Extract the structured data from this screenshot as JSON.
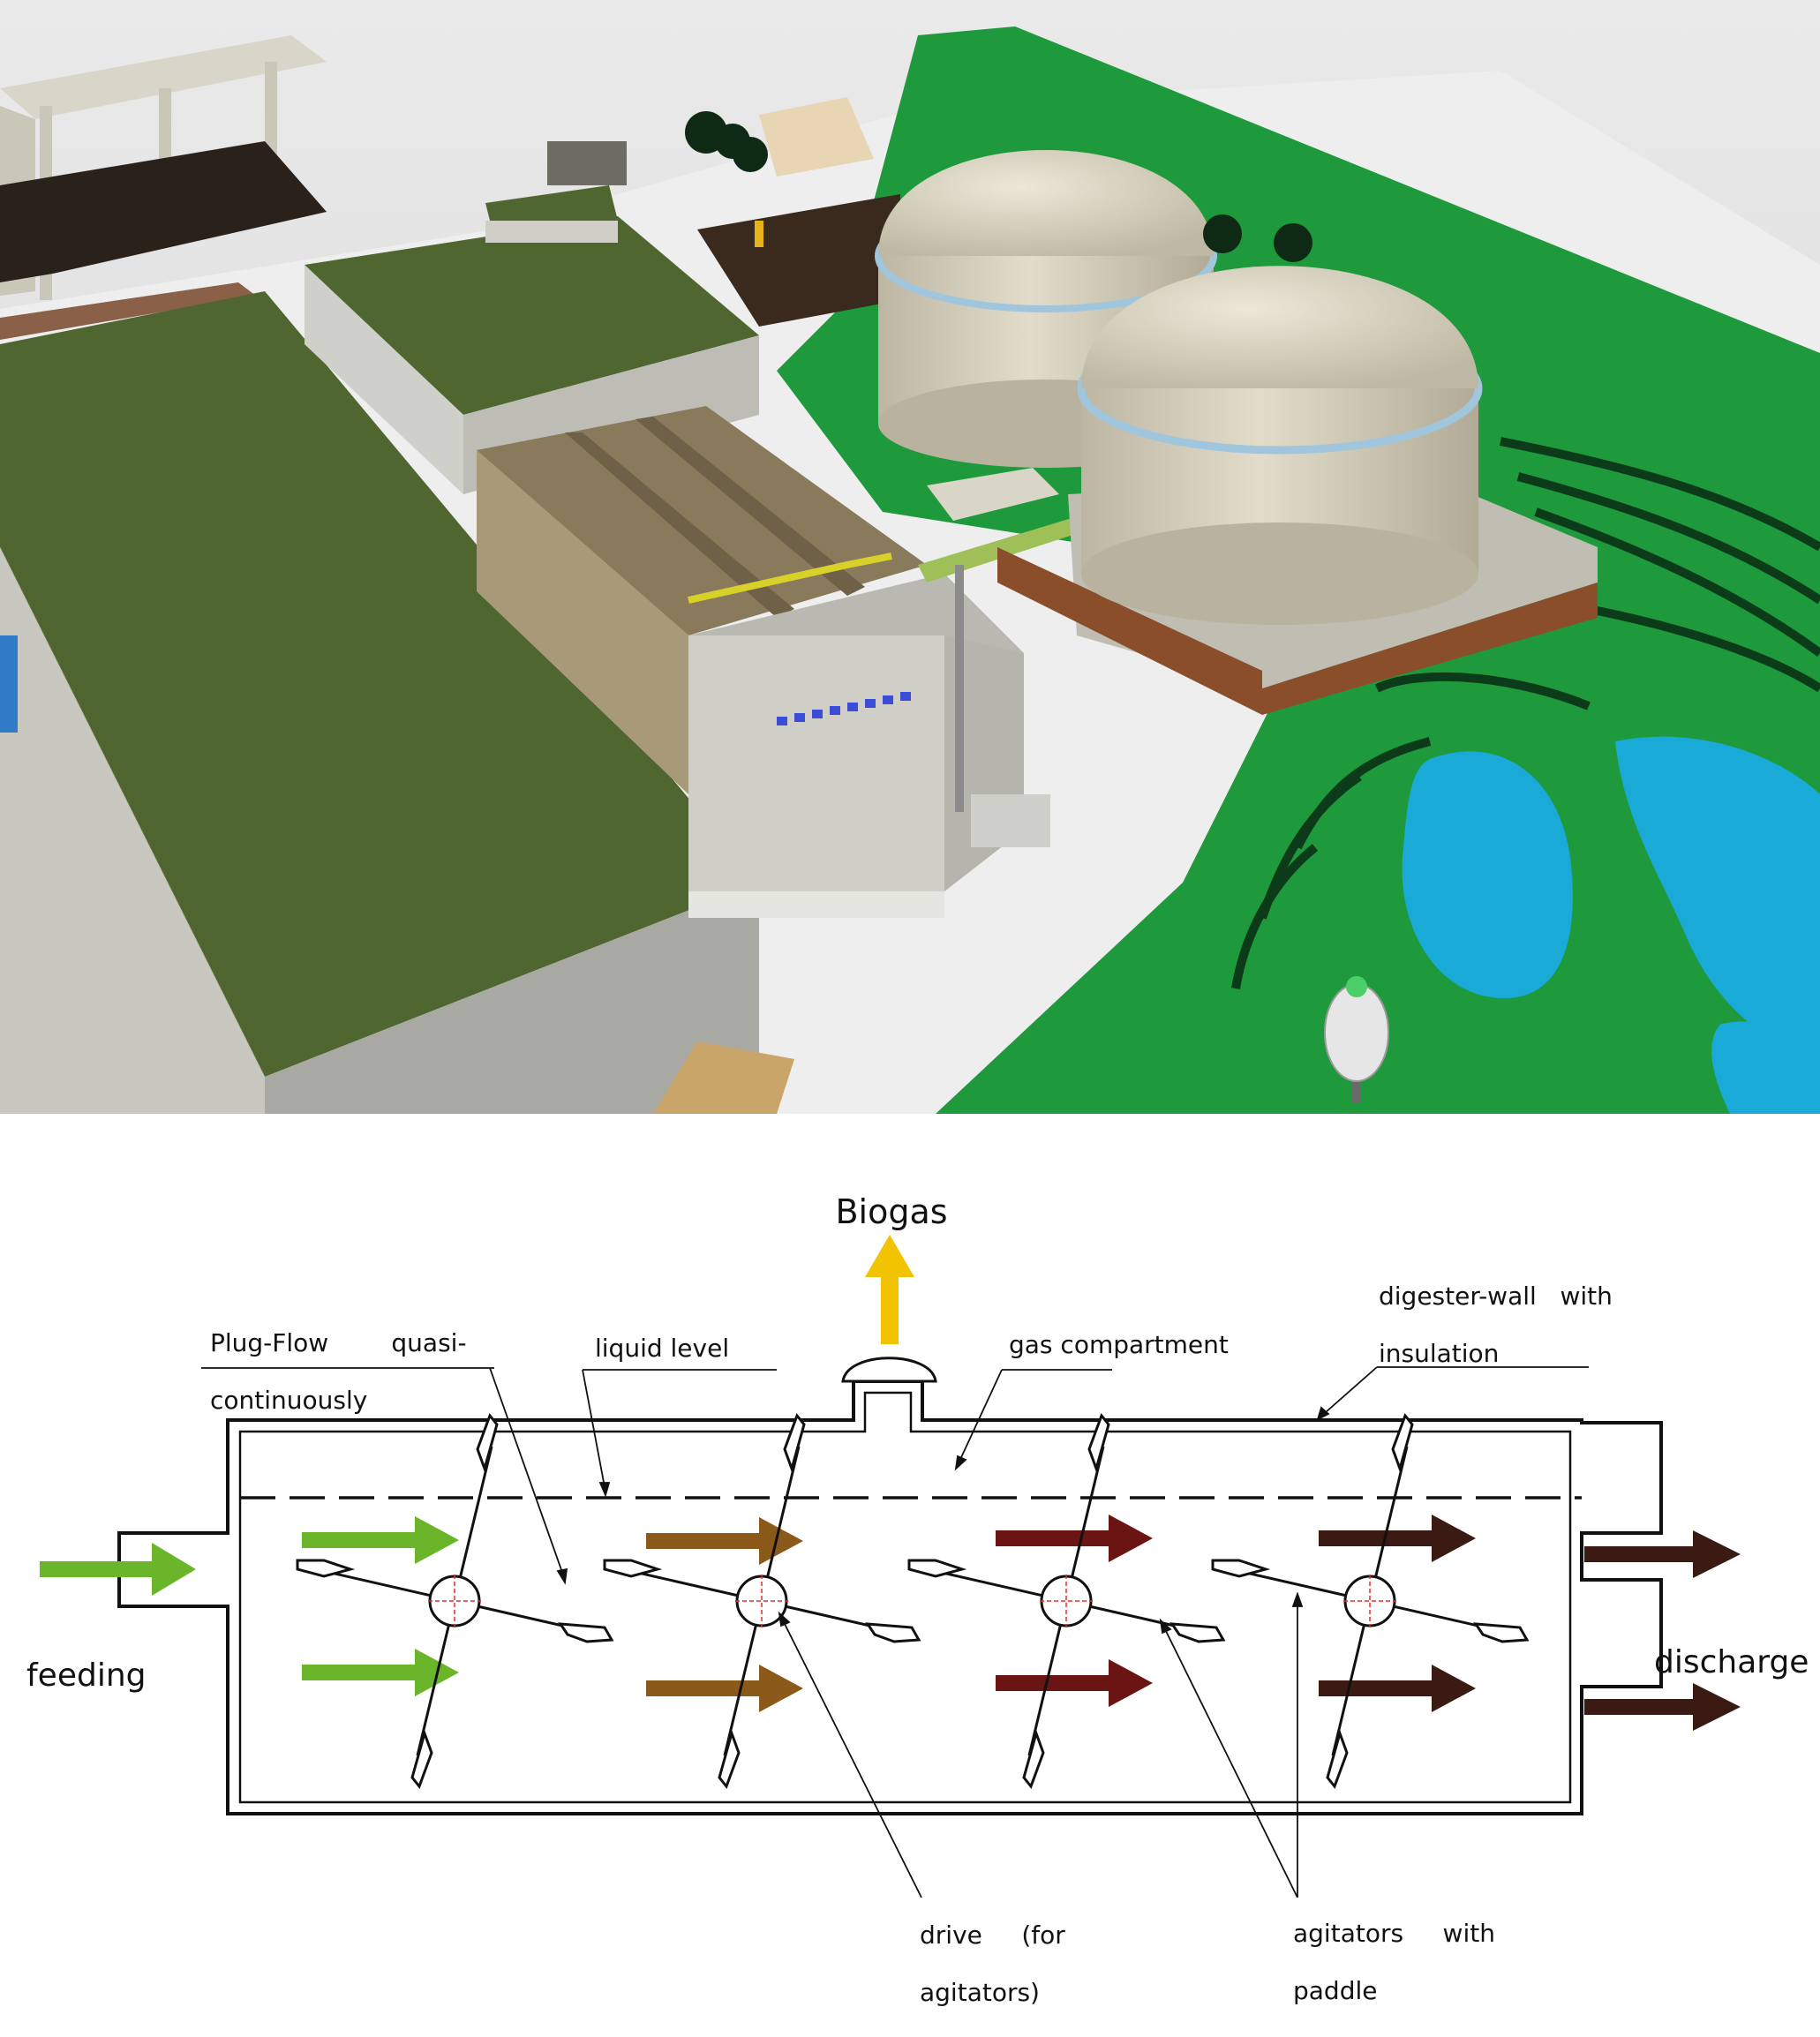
{
  "labels": {
    "biogas": "Biogas",
    "digester_wall_1": "digester-wall   with",
    "digester_wall_2": "insulation",
    "plug_flow_1": "Plug-Flow        quasi-",
    "plug_flow_2": "continuously",
    "liquid_level": "liquid level",
    "gas_compartment": "gas compartment",
    "feeding": "feeding",
    "discharge": "discharge",
    "drive_1": "drive     (for",
    "drive_2": "agitators)",
    "agitators_1": "agitators     with",
    "agitators_2": "paddle"
  },
  "colors": {
    "feed_arrow": "#6bb52b",
    "zone2_arrow": "#8b5a1a",
    "zone3_arrow": "#6a1414",
    "zone4_arrow": "#3a1a12",
    "biogas_arrow": "#f2c300",
    "grass": "#1e9a3c",
    "roof": "#4f6630",
    "dome": "#d9d3c2",
    "water": "#1aaad8",
    "hub_marks": "#e03030"
  }
}
